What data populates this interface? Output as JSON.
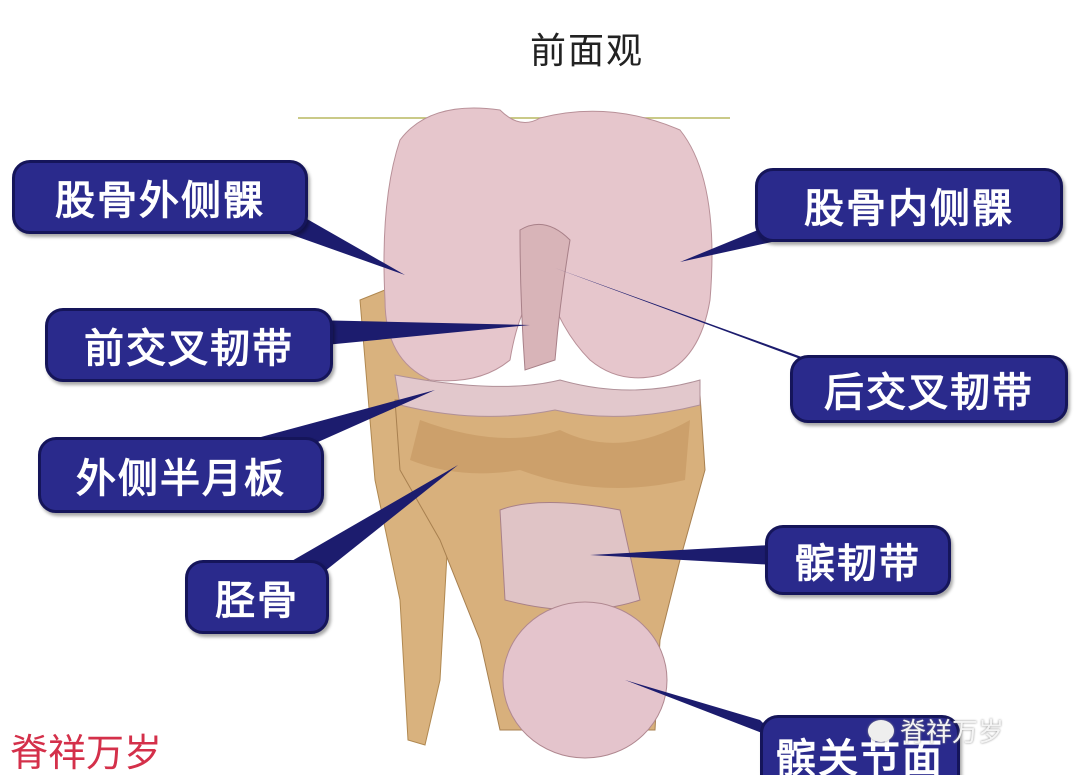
{
  "title": "前面观",
  "labels": {
    "lateral_femoral_condyle": "股骨外侧髁",
    "medial_femoral_condyle": "股骨内侧髁",
    "acl": "前交叉韧带",
    "pcl": "后交叉韧带",
    "lateral_meniscus": "外侧半月板",
    "tibia": "胫骨",
    "patellar_ligament": "髌韧带",
    "patellar_articular_surface": "髌关节面"
  },
  "watermarks": {
    "red": "脊祥万岁",
    "wechat": "脊祥万岁"
  },
  "colors": {
    "label_bg": "#2a2a8c",
    "leader": "#1c1c6e",
    "watermark_red": "#d4304a"
  }
}
